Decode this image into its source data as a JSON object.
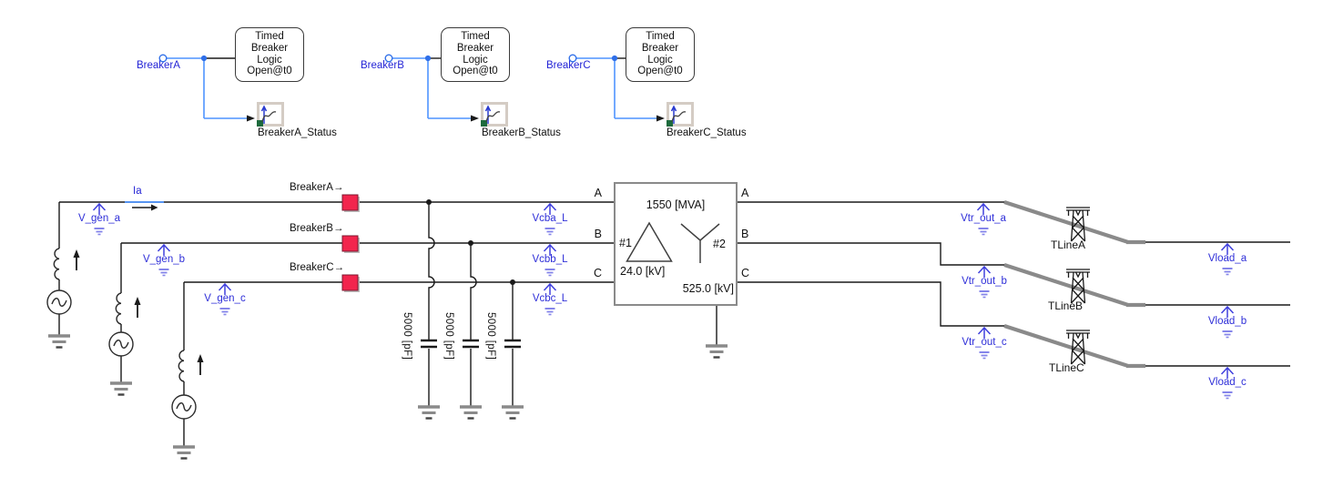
{
  "logic": {
    "block_lines": [
      "Timed",
      "Breaker",
      "Logic",
      "Open@t0"
    ],
    "groups": [
      {
        "source": "BreakerA",
        "status": "BreakerA_Status"
      },
      {
        "source": "BreakerB",
        "status": "BreakerB_Status"
      },
      {
        "source": "BreakerC",
        "status": "BreakerC_Status"
      }
    ]
  },
  "generator_section": {
    "current_meter": "Ia",
    "voltmeters": [
      "V_gen_a",
      "V_gen_b",
      "V_gen_c"
    ]
  },
  "breakers": {
    "labels": [
      "BreakerA",
      "BreakerB",
      "BreakerC"
    ],
    "arrow_icon": "→"
  },
  "capacitors": {
    "values": [
      "5000 [pF]",
      "5000 [pF]",
      "5000 [pF]"
    ]
  },
  "bus_voltmeters": [
    "Vcba_L",
    "Vcbb_L",
    "Vcbc_L"
  ],
  "transformer": {
    "rating": "1550 [MVA]",
    "winding1_label": "#1",
    "winding2_label": "#2",
    "winding1_voltage": "24.0 [kV]",
    "winding2_voltage": "525.0 [kV]",
    "ports_left": [
      "A",
      "B",
      "C"
    ],
    "ports_right": [
      "A",
      "B",
      "C"
    ]
  },
  "transformer_out_voltmeters": [
    "Vtr_out_a",
    "Vtr_out_b",
    "Vtr_out_c"
  ],
  "transmission_lines": [
    "TLineA",
    "TLineB",
    "TLineC"
  ],
  "load_voltmeters": [
    "Vload_a",
    "Vload_b",
    "Vload_c"
  ],
  "colors": {
    "label_blue": "#2424d6",
    "wire_blue": "#4f94ff",
    "voltmeter_blue": "#4040dd",
    "breaker_red": "#f2254d",
    "thick_wire_gray": "#8a8a8a",
    "scope_border": "#d4ccc4",
    "scope_green": "#1d6b3d"
  }
}
